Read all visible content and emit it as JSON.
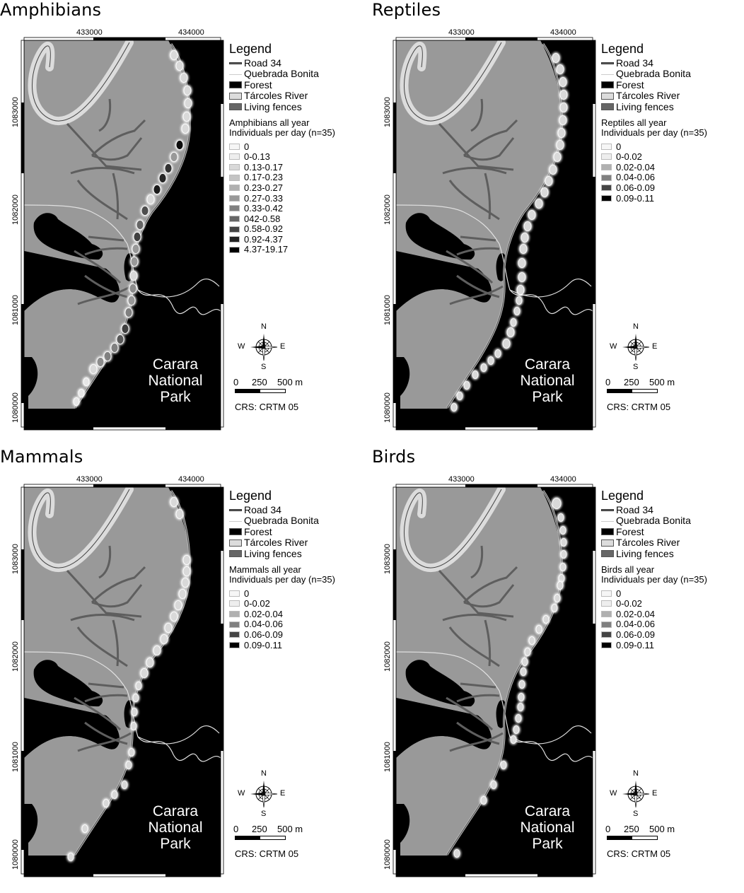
{
  "panels": [
    {
      "title": "Amphibians",
      "x_ticks": [
        "433000",
        "434000"
      ],
      "y_ticks": [
        "1083000",
        "1082000",
        "1081000",
        "1080000"
      ],
      "legend_title": "Legend",
      "layers": [
        "Road 34",
        "Quebrada Bonita",
        "Forest",
        "Tárcoles River",
        "Living fences"
      ],
      "subtitle_1": "Amphibians all year",
      "subtitle_2": "Individuals per day (n=35)",
      "classes": [
        "0",
        "0-0.13",
        "0.13-0.17",
        "0.17-0.23",
        "0.23-0.27",
        "0.27-0.33",
        "0.33-0.42",
        "042-0.58",
        "0.58-0.92",
        "0.92-4.37",
        "4.37-19.17"
      ],
      "park_label": [
        "Carara",
        "National",
        "Park"
      ],
      "scale": [
        "0",
        "250",
        "500 m"
      ],
      "crs": "CRS: CRTM 05"
    },
    {
      "title": "Reptiles",
      "x_ticks": [
        "433000",
        "434000"
      ],
      "y_ticks": [
        "1083000",
        "1082000",
        "1081000",
        "1080000"
      ],
      "legend_title": "Legend",
      "layers": [
        "Road 34",
        "Quebrada Bonita",
        "Forest",
        "Tárcoles River",
        "Living fences"
      ],
      "subtitle_1": "Reptiles all year",
      "subtitle_2": "Individuals per day (n=35)",
      "classes": [
        "0",
        "0-0.02",
        "0.02-0.04",
        "0.04-0.06",
        "0.06-0.09",
        "0.09-0.11"
      ],
      "park_label": [
        "Carara",
        "National",
        "Park"
      ],
      "scale": [
        "0",
        "250",
        "500 m"
      ],
      "crs": "CRS: CRTM 05"
    },
    {
      "title": "Mammals",
      "x_ticks": [
        "433000",
        "434000"
      ],
      "y_ticks": [
        "1083000",
        "1082000",
        "1081000",
        "1080000"
      ],
      "legend_title": "Legend",
      "layers": [
        "Road 34",
        "Quebrada Bonita",
        "Forest",
        "Tárcoles River",
        "Living fences"
      ],
      "subtitle_1": "Mammals all year",
      "subtitle_2": "Individuals per day (n=35)",
      "classes": [
        "0",
        "0-0.02",
        "0.02-0.04",
        "0.04-0.06",
        "0.06-0.09",
        "0.09-0.11"
      ],
      "park_label": [
        "Carara",
        "National",
        "Park"
      ],
      "scale": [
        "0",
        "250",
        "500 m"
      ],
      "crs": "CRS: CRTM 05"
    },
    {
      "title": "Birds",
      "x_ticks": [
        "433000",
        "434000"
      ],
      "y_ticks": [
        "1083000",
        "1082000",
        "1081000",
        "1080000"
      ],
      "legend_title": "Legend",
      "layers": [
        "Road 34",
        "Quebrada Bonita",
        "Forest",
        "Tárcoles River",
        "Living fences"
      ],
      "subtitle_1": "Birds all year",
      "subtitle_2": "Individuals per day (n=35)",
      "classes": [
        "0",
        "0-0.02",
        "0.02-0.04",
        "0.04-0.06",
        "0.06-0.09",
        "0.09-0.11"
      ],
      "park_label": [
        "Carara",
        "National",
        "Park"
      ],
      "scale": [
        "0",
        "250",
        "500 m"
      ],
      "crs": "CRS: CRTM 05"
    }
  ],
  "compass": [
    "N",
    "S",
    "E",
    "W"
  ],
  "class_colors": [
    "#f6f6f6",
    "#eeeeee",
    "#d9d9d9",
    "#c4c4c4",
    "#b0b0b0",
    "#999999",
    "#808080",
    "#666666",
    "#444444",
    "#222222",
    "#000000"
  ],
  "class_colors_short": [
    "#f6f6f6",
    "#eeeeee",
    "#b0b0b0",
    "#808080",
    "#444444",
    "#000000"
  ],
  "layer_colors": [
    "#666666",
    "#dddddd",
    "#000000",
    "#dcdcdc",
    "#666666"
  ],
  "map_colors": {
    "background": "#000000",
    "land": "#999999",
    "river": "#dcdcdc",
    "stream": "#e0e0e0",
    "fence": "#5e5e5e"
  }
}
